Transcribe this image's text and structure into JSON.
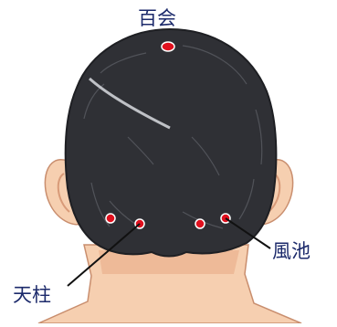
{
  "labels": {
    "top": "百会",
    "right": "風池",
    "left": "天柱"
  },
  "colors": {
    "point": "#e0101e",
    "hair": "#2f3035",
    "skin": "#f6cfb0",
    "skin_shade": "#e8aa85",
    "label": "#1c2a6b"
  }
}
